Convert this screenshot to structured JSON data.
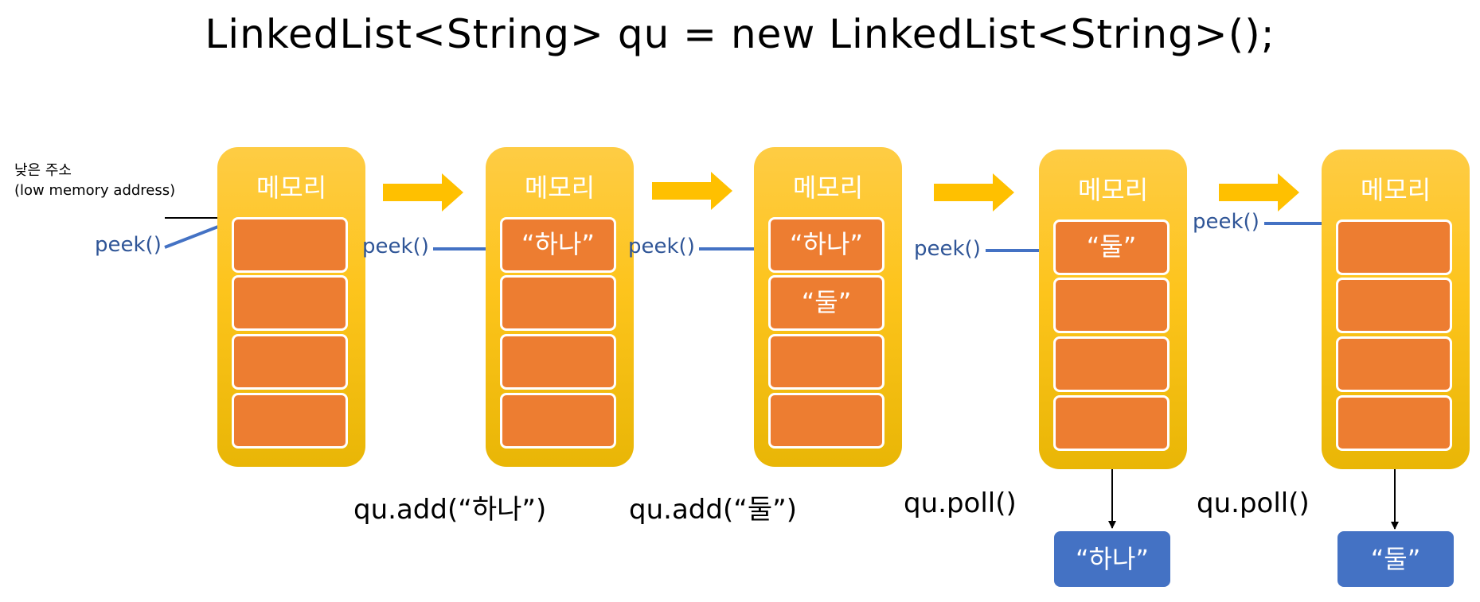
{
  "title": "LinkedList<String> qu = new LinkedList<String>();",
  "memory_label": "메모리",
  "note_line1": "낮은 주소",
  "note_line2": "(low memory address)",
  "peek_label": "peek()",
  "blocks": [
    {
      "cells": [
        "",
        "",
        "",
        ""
      ]
    },
    {
      "cells": [
        "“하나”",
        "",
        "",
        ""
      ]
    },
    {
      "cells": [
        "“하나”",
        "“둘”",
        "",
        ""
      ]
    },
    {
      "cells": [
        "“둘”",
        "",
        "",
        ""
      ]
    },
    {
      "cells": [
        "",
        "",
        "",
        ""
      ]
    }
  ],
  "operations": [
    "qu.add(“하나”)",
    "qu.add(“둘”)",
    "qu.poll()",
    "qu.poll()"
  ],
  "results": [
    "“하나”",
    "“둘”"
  ],
  "colors": {
    "memory_top": "#FECC44",
    "memory_bottom": "#E9B606",
    "cell": "#ED7D31",
    "step_arrow": "#FFC000",
    "peek_text": "#2F5597",
    "peek_arrow": "#4472C4",
    "result_box": "#4472C4"
  }
}
